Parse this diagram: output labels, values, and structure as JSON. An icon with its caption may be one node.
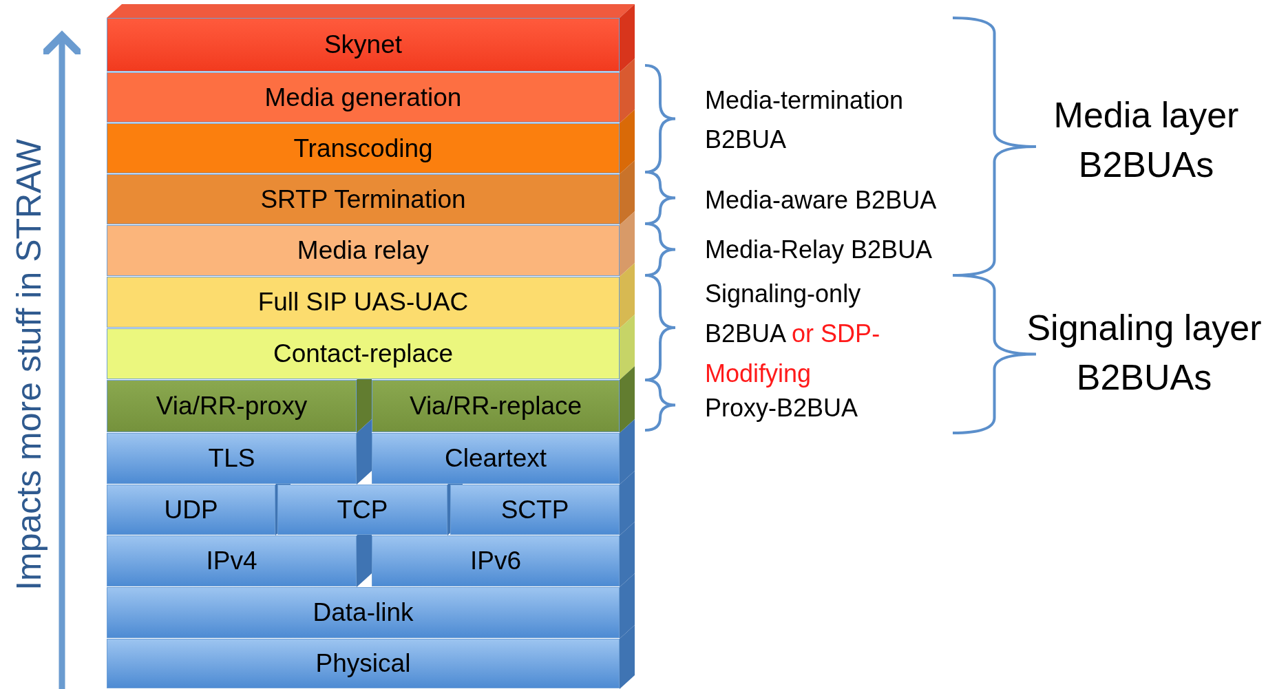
{
  "diagram": {
    "nodes": [
      {
        "text": [
          "Skynet"
        ]
      },
      {
        "text": [
          "Media generation"
        ]
      },
      {
        "text": [
          "Transcoding"
        ]
      },
      {
        "text": [
          "SRTP Termination"
        ]
      },
      {
        "text": [
          "Media relay"
        ]
      },
      {
        "text": [
          "Full SIP UAS-UAC"
        ]
      },
      {
        "text": [
          "Contact-replace"
        ]
      },
      {
        "text": [
          "Via/RR-proxy"
        ]
      },
      {
        "text": [
          "Via/RR-replace"
        ]
      },
      {
        "text": [
          "TLS"
        ]
      },
      {
        "text": [
          "Cleartext"
        ]
      },
      {
        "text": [
          "UDP"
        ]
      },
      {
        "text": [
          "TCP"
        ]
      },
      {
        "text": [
          "SCTP"
        ]
      },
      {
        "text": [
          "IPv4"
        ]
      },
      {
        "text": [
          "IPv6"
        ]
      },
      {
        "text": [
          "Data-link"
        ]
      },
      {
        "text": [
          "Physical"
        ]
      }
    ],
    "labels": [
      "Impacts more stuff in STRAW",
      "Media-termination B2BUA",
      "Media-aware B2BUA",
      "Media-Relay B2BUA",
      "Signaling-only B2BUA",
      "or SDP-Modifying",
      "Proxy-B2BUA",
      "Media layer B2BUAs",
      "Signaling layer B2BUAs"
    ]
  }
}
